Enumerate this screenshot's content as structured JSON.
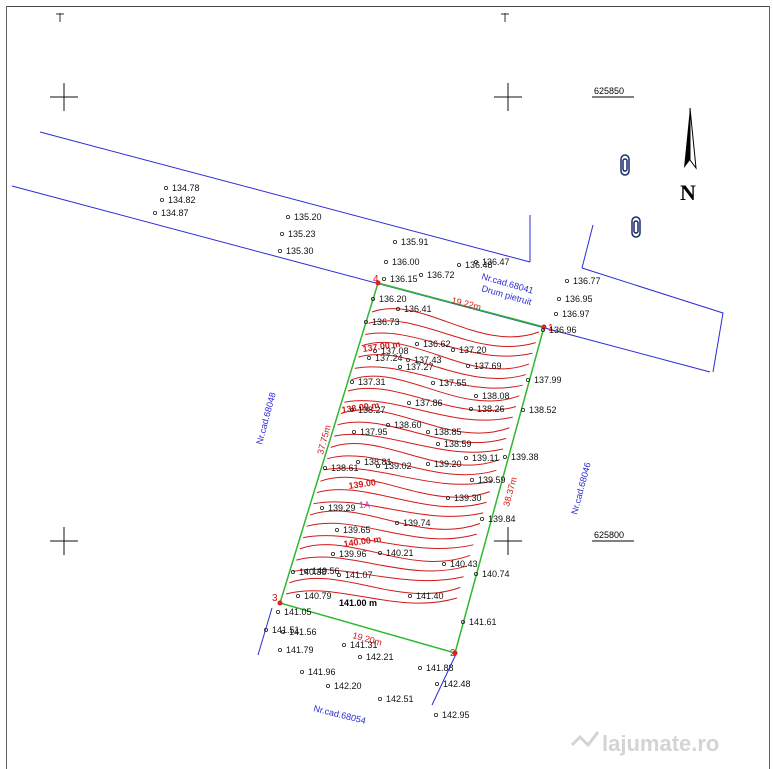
{
  "grid_labels": {
    "north": "625850",
    "south": "625800"
  },
  "north_arrow_label": "N",
  "parcel_label": "1A",
  "vertices": [
    "1",
    "2",
    "3",
    "4"
  ],
  "side_lengths": {
    "top": "19.22m",
    "bottom": "19.20m",
    "left": "37.75m",
    "right": "38.37m"
  },
  "neighbors": {
    "road_cad": "Nr.cad.68041",
    "road_name": "Drum pietruit",
    "west": "Nr.cad.68048",
    "east": "Nr.cad.68046",
    "south": "Nr.cad.68054"
  },
  "contour_labels": [
    "137.00 m",
    "138.00 m",
    "139.00",
    "140.00 m",
    "141.00 m"
  ],
  "elevations": [
    "134.78",
    "134.82",
    "134.87",
    "135.20",
    "135.23",
    "135.30",
    "135.91",
    "136.00",
    "136.48",
    "136.47",
    "136.15",
    "136.72",
    "136.77",
    "136.95",
    "136.97",
    "136.20",
    "136.41",
    "136.73",
    "136.96",
    "136.62",
    "137.08",
    "137.20",
    "137.24",
    "137.43",
    "137.27",
    "137.69",
    "137.31",
    "137.99",
    "137.55",
    "138.08",
    "137.86",
    "138.27",
    "138.26",
    "138.52",
    "138.60",
    "137.95",
    "138.85",
    "138.59",
    "139.11",
    "139.38",
    "138.61",
    "138.81",
    "139.02",
    "139.20",
    "139.59",
    "139.30",
    "139.29",
    "139.84",
    "139.74",
    "139.65",
    "140.21",
    "139.96",
    "140.43",
    "140.38",
    "140.56",
    "140.74",
    "141.07",
    "140.79",
    "141.40",
    "141.05",
    "141.51",
    "141.56",
    "141.61",
    "141.31",
    "141.79",
    "142.21",
    "141.88",
    "141.96",
    "142.20",
    "142.48",
    "142.51",
    "142.95"
  ],
  "watermark": "lajumate.ro"
}
